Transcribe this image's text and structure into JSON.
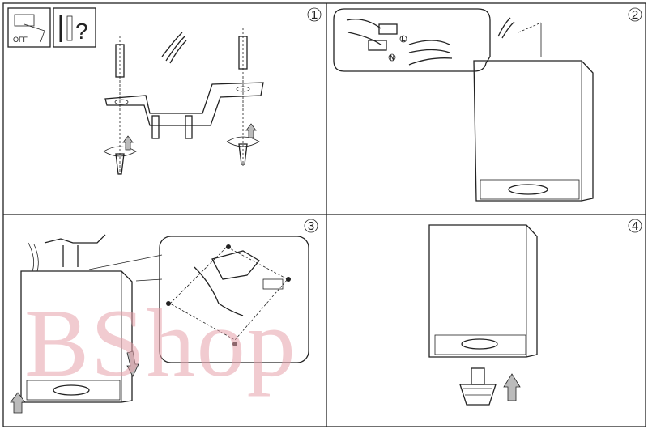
{
  "steps": [
    {
      "number": "1"
    },
    {
      "number": "2"
    },
    {
      "number": "3"
    },
    {
      "number": "4"
    }
  ],
  "icons": {
    "power_off_label": "OFF",
    "question_mark": "?"
  },
  "wiring": {
    "live_label": "L",
    "neutral_label": "N"
  },
  "watermark": "BShop",
  "colors": {
    "line": "#222222",
    "arrow": "#bbbbbb",
    "watermark": "#e6a0aa"
  }
}
